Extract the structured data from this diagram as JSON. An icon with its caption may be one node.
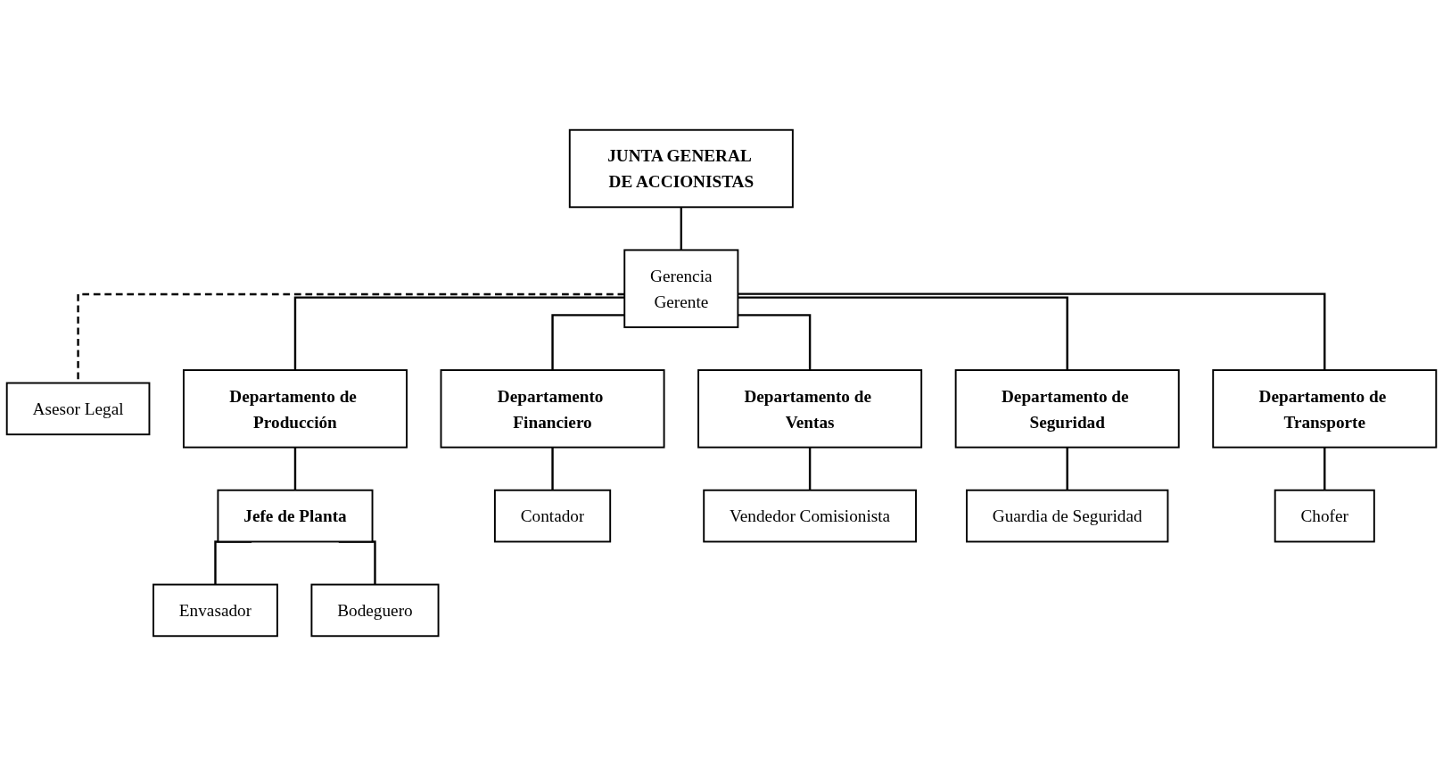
{
  "diagram": {
    "nodes": [
      {
        "text": [
          "JUNTA GENERAL DE ACCIONISTAS"
        ]
      },
      {
        "text": [
          "Gerencia",
          "Gerente"
        ]
      },
      {
        "text": [
          "Asesor Legal"
        ]
      },
      {
        "text": [
          "Departamento de Producción"
        ]
      },
      {
        "text": [
          "Departamento Financiero"
        ]
      },
      {
        "text": [
          "Departamento de Ventas"
        ]
      },
      {
        "text": [
          "Departamento de Seguridad"
        ]
      },
      {
        "text": [
          "Departamento de Transporte"
        ]
      },
      {
        "text": [
          "Jefe de Planta"
        ]
      },
      {
        "text": [
          "Contador"
        ]
      },
      {
        "text": [
          "Vendedor Comisionista"
        ]
      },
      {
        "text": [
          "Guardia de Seguridad"
        ]
      },
      {
        "text": [
          "Chofer"
        ]
      },
      {
        "text": [
          "Envasador"
        ]
      },
      {
        "text": [
          "Bodeguero"
        ]
      }
    ],
    "edges": [
      {
        "from": 0,
        "to": 1,
        "arrow": "none"
      },
      {
        "from": 1,
        "to": 2,
        "arrow": "none",
        "style": "dashed"
      },
      {
        "from": 1,
        "to": 3,
        "arrow": "none"
      },
      {
        "from": 1,
        "to": 4,
        "arrow": "none"
      },
      {
        "from": 1,
        "to": 5,
        "arrow": "none"
      },
      {
        "from": 1,
        "to": 6,
        "arrow": "none"
      },
      {
        "from": 1,
        "to": 7,
        "arrow": "none"
      },
      {
        "from": 3,
        "to": 8,
        "arrow": "none"
      },
      {
        "from": 4,
        "to": 9,
        "arrow": "none"
      },
      {
        "from": 5,
        "to": 10,
        "arrow": "none"
      },
      {
        "from": 6,
        "to": 11,
        "arrow": "none"
      },
      {
        "from": 7,
        "to": 12,
        "arrow": "none"
      },
      {
        "from": 8,
        "to": 13,
        "arrow": "none"
      },
      {
        "from": 8,
        "to": 14,
        "arrow": "none"
      }
    ]
  }
}
